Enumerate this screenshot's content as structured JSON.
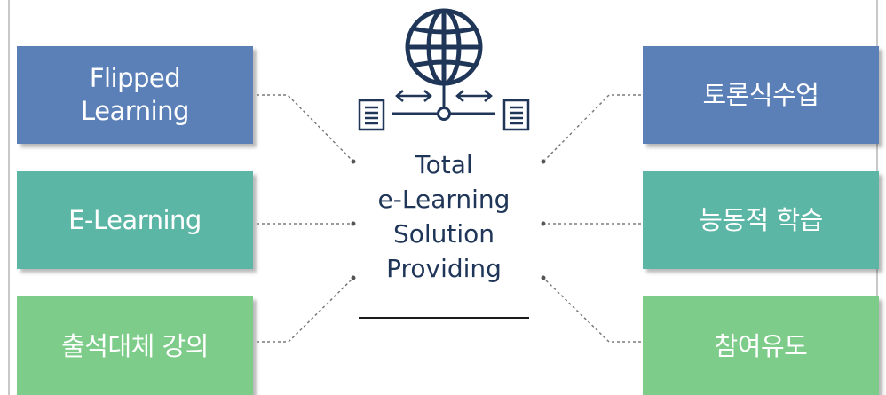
{
  "center": {
    "title_lines": [
      "Total",
      "e-Learning",
      "Solution",
      "Providing"
    ]
  },
  "left_boxes": [
    {
      "label": "Flipped\nLearning",
      "color": "#5b80b8"
    },
    {
      "label": "E-Learning",
      "color": "#5bb6a5"
    },
    {
      "label": "출석대체 강의",
      "color": "#7dcc8a"
    }
  ],
  "right_boxes": [
    {
      "label": "토론식수업",
      "color": "#5b80b8"
    },
    {
      "label": "능동적 학습",
      "color": "#5bb6a5"
    },
    {
      "label": "참여유도",
      "color": "#7dcc8a"
    }
  ],
  "icons": [
    "globe-icon",
    "document-icon",
    "double-arrow-icon",
    "node-icon"
  ],
  "colors": {
    "navy": "#1f3658",
    "connector": "#7a7a7a",
    "blue": "#5b80b8",
    "teal": "#5bb6a5",
    "green": "#7dcc8a"
  }
}
